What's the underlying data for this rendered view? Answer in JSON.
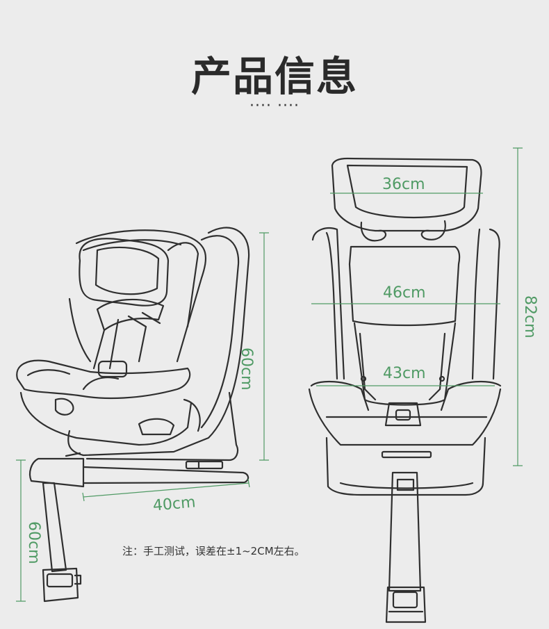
{
  "page": {
    "title": "产品信息",
    "subtitle_dots": "····  ····",
    "note": "注：手工测试，误差在±1~2CM左右。"
  },
  "dimensions": {
    "side_height": "60cm",
    "side_depth": "40cm",
    "leg_height": "60cm",
    "headrest_width": "36cm",
    "shoulder_width": "46cm",
    "seat_width": "43cm",
    "total_height": "82cm"
  },
  "colors": {
    "background": "#ececec",
    "line": "#2f2f2f",
    "dimension": "#4f9a64"
  }
}
